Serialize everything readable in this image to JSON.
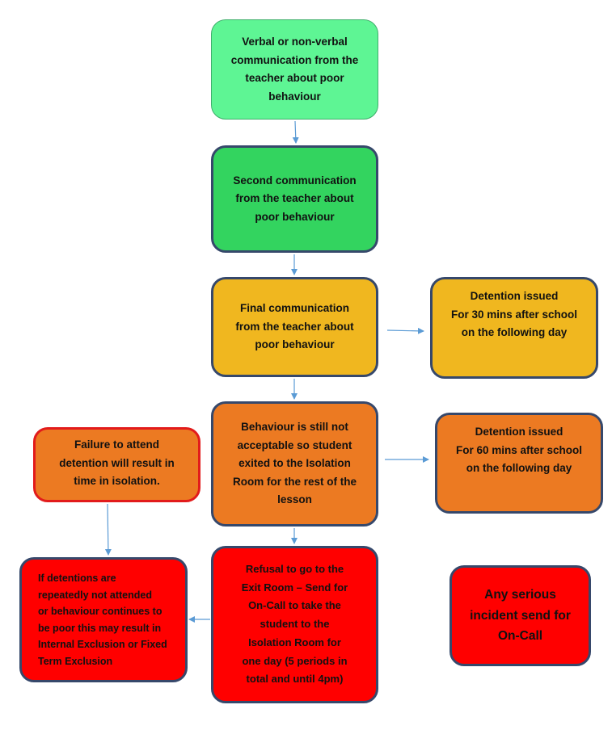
{
  "diagram": {
    "nodes": {
      "verbal_communication": "Verbal or non-verbal\ncommunication from the\nteacher about poor\nbehaviour",
      "second_communication": "Second communication\nfrom the teacher about\npoor behaviour",
      "final_communication": "Final communication\nfrom the teacher about\npoor behaviour",
      "detention_30": "Detention issued\nFor 30 mins after school\non the following day",
      "isolation_exit": "Behaviour is still not\nacceptable so student\nexited to the Isolation\nRoom for the rest of the\nlesson",
      "detention_60": "Detention issued\nFor 60 mins after school\non the following day",
      "failure_to_attend": "Failure to attend\ndetention will result in\ntime in isolation.",
      "repeated_non_attendance": "If detentions are\nrepeatedly not attended\nor behaviour continues to\nbe poor this may result in\nInternal Exclusion or Fixed\nTerm Exclusion",
      "refusal_exit_room": "Refusal to go to the\nExit Room – Send for\nOn-Call to take the\nstudent to the\nIsolation Room for\none day (5 periods in\ntotal and until 4pm)",
      "serious_incident": "Any serious\nincident send for\nOn-Call"
    },
    "colors": {
      "light_green": "#5ef594",
      "green": "#33d45f",
      "amber": "#f0b71f",
      "orange": "#ec7a22",
      "red": "#ff0000",
      "border": "#36486b",
      "red_border": "#e21b1b",
      "arrow": "#5b9bd5"
    },
    "edges": [
      {
        "from": "verbal_communication",
        "to": "second_communication"
      },
      {
        "from": "second_communication",
        "to": "final_communication"
      },
      {
        "from": "final_communication",
        "to": "detention_30"
      },
      {
        "from": "final_communication",
        "to": "isolation_exit"
      },
      {
        "from": "isolation_exit",
        "to": "detention_60"
      },
      {
        "from": "isolation_exit",
        "to": "refusal_exit_room"
      },
      {
        "from": "failure_to_attend",
        "to": "repeated_non_attendance"
      },
      {
        "from": "refusal_exit_room",
        "to": "repeated_non_attendance"
      }
    ]
  }
}
